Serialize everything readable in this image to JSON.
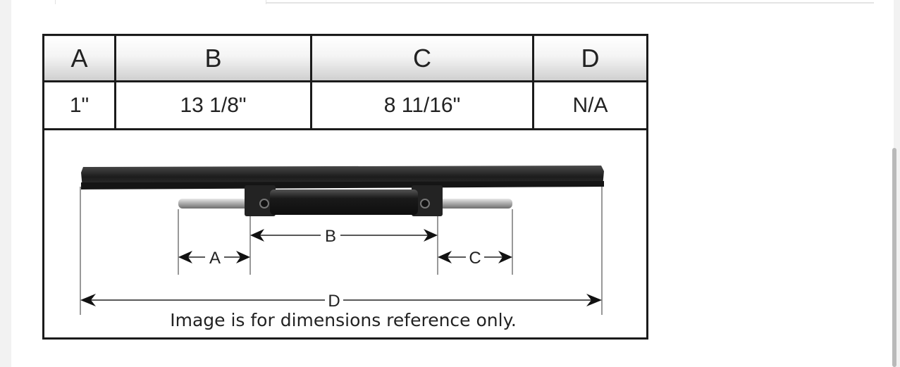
{
  "table": {
    "headers": [
      "A",
      "B",
      "C",
      "D"
    ],
    "values": [
      "1\"",
      "13 1/8\"",
      "8 11/16\"",
      "N/A"
    ]
  },
  "diagram": {
    "labels": {
      "a": "A",
      "b": "B",
      "c": "C",
      "d": "D"
    },
    "caption": "Image is for dimensions reference only."
  },
  "colors": {
    "border": "#1b1b1b",
    "part": "#2a2a2a",
    "rod": "#bfbfbf",
    "text": "#222222"
  },
  "icons": [
    "left-arrow-icon",
    "right-arrow-icon"
  ]
}
